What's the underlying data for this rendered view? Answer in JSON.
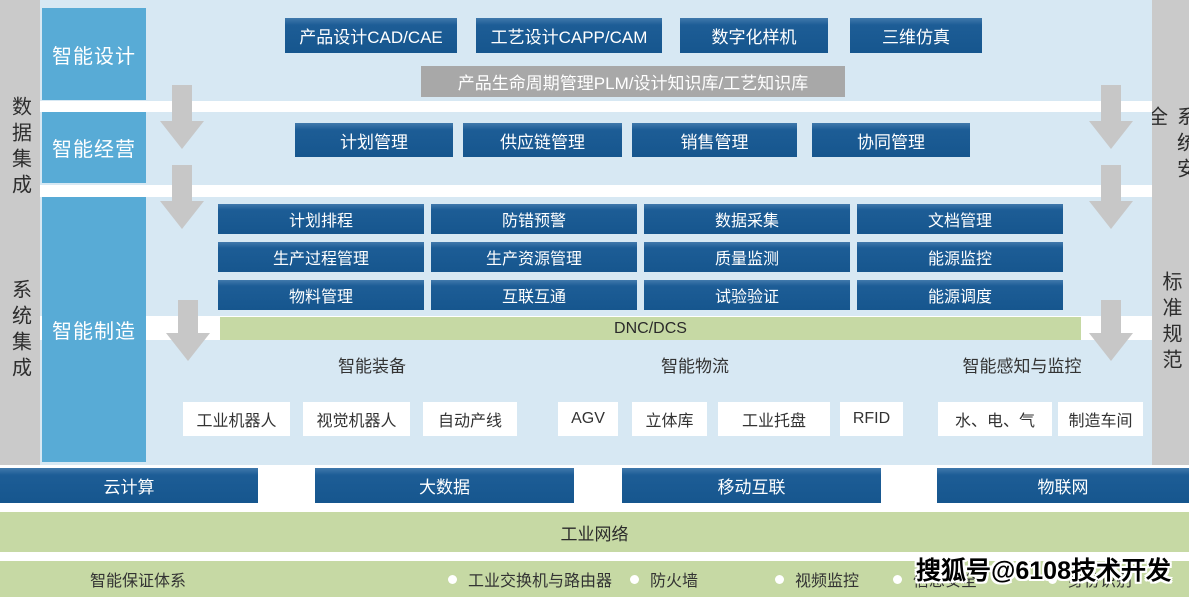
{
  "left_rail": {
    "items": [
      {
        "label": "数据集成"
      },
      {
        "label": "系统集成"
      }
    ]
  },
  "right_rail": {
    "items": [
      {
        "label": "系统安全"
      },
      {
        "label": "标准规范"
      }
    ]
  },
  "layers": {
    "design": {
      "label": "智能设计",
      "boxes": [
        "产品设计CAD/CAE",
        "工艺设计CAPP/CAM",
        "数字化样机",
        "三维仿真"
      ],
      "plm_bar": "产品生命周期管理PLM/设计知识库/工艺知识库"
    },
    "operation": {
      "label": "智能经营",
      "boxes": [
        "计划管理",
        "供应链管理",
        "销售管理",
        "协同管理"
      ]
    },
    "manufacturing": {
      "label": "智能制造",
      "grid": [
        [
          "计划排程",
          "防错预警",
          "数据采集",
          "文档管理"
        ],
        [
          "生产过程管理",
          "生产资源管理",
          "质量监测",
          "能源监控"
        ],
        [
          "物料管理",
          "互联互通",
          "试验验证",
          "能源调度"
        ]
      ],
      "dnc_bar": "DNC/DCS",
      "groups": [
        {
          "label": "智能装备",
          "items": [
            "工业机器人",
            "视觉机器人",
            "自动产线"
          ]
        },
        {
          "label": "智能物流",
          "items": [
            "AGV",
            "立体库",
            "工业托盘",
            "RFID"
          ]
        },
        {
          "label": "智能感知与监控",
          "items": [
            "水、电、气",
            "制造车间"
          ]
        }
      ]
    }
  },
  "platform_bars": [
    "云计算",
    "大数据",
    "移动互联",
    "物联网"
  ],
  "network_bar": "工业网络",
  "assurance": {
    "label": "智能保证体系",
    "items": [
      "工业交换机与路由器",
      "防火墙",
      "视频监控",
      "信息安全",
      "身份识别"
    ]
  },
  "watermark": "搜狐号@6108技术开发",
  "colors": {
    "dark_blue": "#16568e",
    "light_blue": "#58abd6",
    "pale_blue": "#d7e8f3",
    "green": "#c6d9a4",
    "gray_rail": "#cacaca",
    "gray_bar": "#a8a8a8",
    "arrow_gray": "#c7c7c7"
  }
}
